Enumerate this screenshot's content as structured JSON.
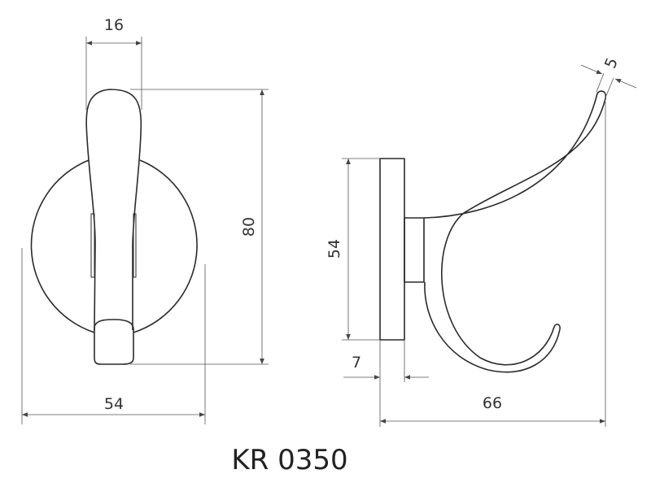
{
  "title": "KR 0350",
  "front_view": {
    "dimensions": {
      "hook_width": "16",
      "height": "80",
      "base_diameter": "54"
    }
  },
  "side_view": {
    "dimensions": {
      "base_height": "54",
      "base_thickness": "7",
      "depth": "66",
      "tip_thickness": "5"
    }
  },
  "colors": {
    "line": "#2a2a2a",
    "dimension": "#555555"
  }
}
